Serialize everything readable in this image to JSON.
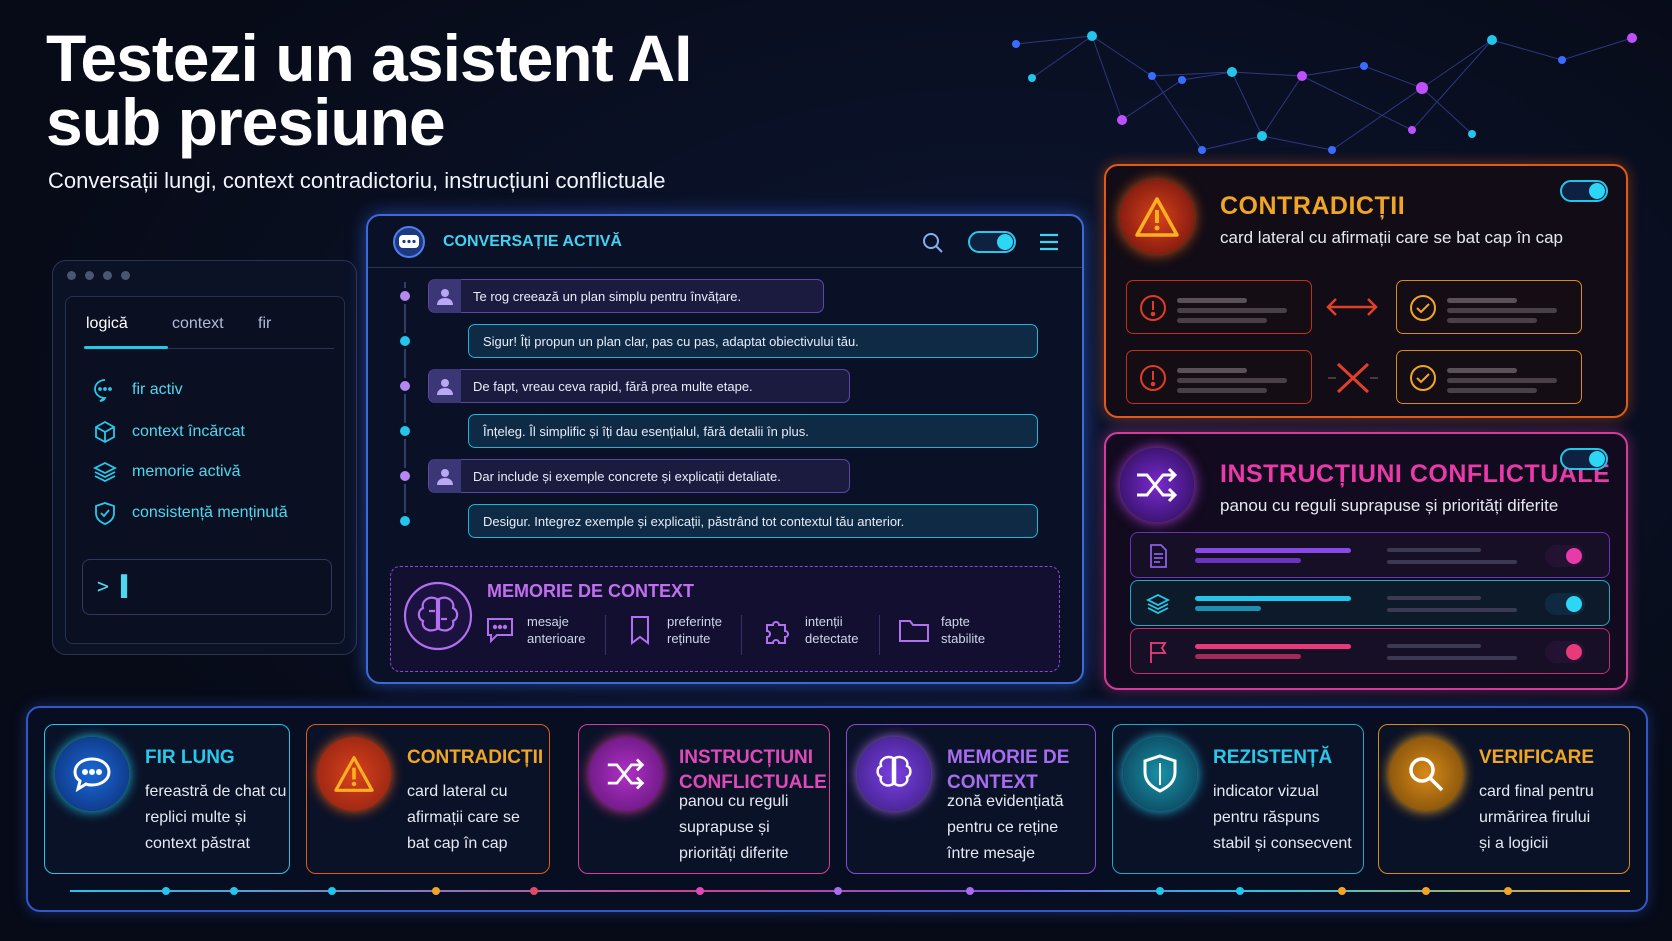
{
  "header": {
    "title_line1": "Testezi un asistent AI",
    "title_line2": "sub presiune",
    "subtitle": "Conversații lungi, context contradictoriu, instrucțiuni conflictuale"
  },
  "left_panel": {
    "tabs": [
      "logică",
      "context",
      "fir"
    ],
    "items": [
      {
        "label": "fir activ",
        "icon": "chat-icon"
      },
      {
        "label": "context încărcat",
        "icon": "cube-icon"
      },
      {
        "label": "memorie activă",
        "icon": "layers-icon"
      },
      {
        "label": "consistență menținută",
        "icon": "shield-icon"
      }
    ],
    "terminal_prompt": "> ▌"
  },
  "chat": {
    "title": "CONVERSAȚIE ACTIVĂ",
    "messages": [
      {
        "role": "user",
        "text": "Te rog creează un plan simplu pentru învățare."
      },
      {
        "role": "assistant",
        "text": "Sigur! Îți propun un plan clar, pas cu pas, adaptat obiectivului tău."
      },
      {
        "role": "user",
        "text": "De fapt, vreau ceva rapid, fără prea multe etape."
      },
      {
        "role": "assistant",
        "text": "Înțeleg. Îl simplific și îți dau esențialul, fără detalii în plus."
      },
      {
        "role": "user",
        "text": "Dar include și exemple concrete și explicații detaliate."
      },
      {
        "role": "assistant",
        "text": "Desigur. Integrez exemple și explicații, păstrând tot contextul tău anterior."
      }
    ],
    "memory": {
      "title": "MEMORIE DE CONTEXT",
      "items": [
        {
          "l1": "mesaje",
          "l2": "anterioare",
          "icon": "message-icon"
        },
        {
          "l1": "preferințe",
          "l2": "reținute",
          "icon": "bookmark-icon"
        },
        {
          "l1": "intenții",
          "l2": "detectate",
          "icon": "puzzle-icon"
        },
        {
          "l1": "fapte",
          "l2": "stabilite",
          "icon": "folder-icon"
        }
      ]
    }
  },
  "contradictions_card": {
    "title": "CONTRADICȚII",
    "subtitle": "card lateral cu afirmații care se bat cap în cap",
    "toggle_on": true,
    "color": "#f0a624"
  },
  "instructions_card": {
    "title": "INSTRUCȚIUNI CONFLICTUALE",
    "subtitle": "panou cu reguli suprapuse și priorități diferite",
    "toggle_on": true,
    "color": "#e83aa8"
  },
  "bottom_cards": [
    {
      "title1": "FIR LUNG",
      "title2": "",
      "lines": [
        "fereastră de chat cu",
        "replici multe și",
        "context păstrat"
      ],
      "color": "#23c5ea",
      "icon": "chat-bubble-icon"
    },
    {
      "title1": "CONTRADICȚII",
      "title2": "",
      "lines": [
        "card lateral cu",
        "afirmații care se",
        "bat cap în cap"
      ],
      "color": "#f0a624",
      "icon": "warning-icon"
    },
    {
      "title1": "INSTRUCȚIUNI",
      "title2": "CONFLICTUALE",
      "lines": [
        "panou cu reguli",
        "suprapuse și",
        "priorități diferite"
      ],
      "color": "#e04ab8",
      "icon": "shuffle-icon"
    },
    {
      "title1": "MEMORIE DE",
      "title2": "CONTEXT",
      "lines": [
        "zonă evidențiată",
        "pentru ce reține",
        "între mesaje"
      ],
      "color": "#a86cf0",
      "icon": "brain-icon"
    },
    {
      "title1": "REZISTENȚĂ",
      "title2": "",
      "lines": [
        "indicator vizual",
        "pentru răspuns",
        "stabil și consecvent"
      ],
      "color": "#23c5ea",
      "icon": "shield-icon"
    },
    {
      "title1": "VERIFICARE",
      "title2": "",
      "lines": [
        "card final pentru",
        "urmărirea firului",
        "și a logicii"
      ],
      "color": "#f0a624",
      "icon": "search-icon"
    }
  ]
}
